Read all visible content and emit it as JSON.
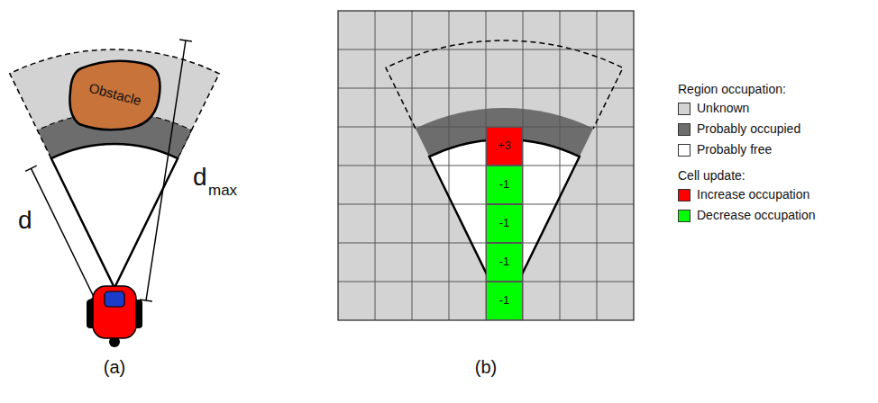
{
  "diagram": {
    "nodes": [
      {
        "text": [
          "Obstacle"
        ]
      },
      {
        "text": [
          "+3"
        ]
      },
      {
        "text": [
          "-1"
        ]
      },
      {
        "text": [
          "-1"
        ]
      },
      {
        "text": [
          "-1"
        ]
      },
      {
        "text": [
          "-1"
        ]
      }
    ],
    "labels": [
      "d",
      "d",
      "max",
      "(a)",
      "Region occupation:",
      "Cell update:",
      "(b)"
    ],
    "legend": [
      {
        "text": "Unknown",
        "color": "#d3d3d3"
      },
      {
        "text": "Probably occupied",
        "color": "#6d6d6d"
      },
      {
        "text": "Probably free",
        "color": "#ffffff"
      },
      {
        "text": "Increase occupation",
        "color": "#ff0000"
      },
      {
        "text": "Decrease occupation",
        "color": "#00ff00"
      }
    ]
  }
}
